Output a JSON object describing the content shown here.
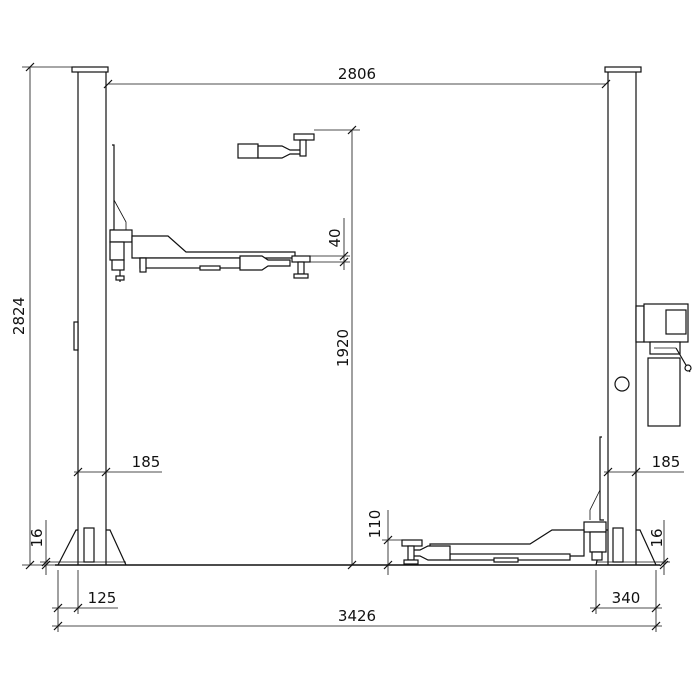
{
  "dimensions": {
    "inner_clear_width": "2806",
    "overall_height": "2824",
    "lift_height": "1920",
    "arm_pad_offset": "40",
    "left_column_width": "185",
    "right_column_width": "185",
    "base_plate_height_left": "16",
    "base_plate_height_right": "16",
    "min_pad_height": "110",
    "left_base_extension": "125",
    "right_base_extension": "340",
    "overall_width": "3426"
  }
}
